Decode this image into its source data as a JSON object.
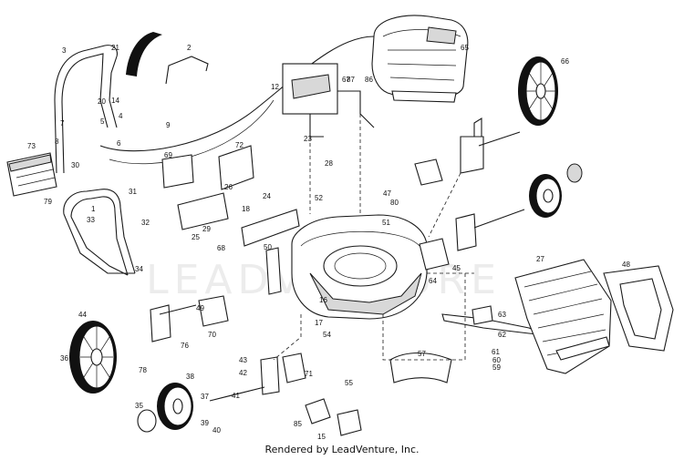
{
  "footer_text": "Rendered by LeadVenture, Inc.",
  "watermark": "LEADVENTURE",
  "callouts": [
    "1",
    "2",
    "3",
    "4",
    "5",
    "6",
    "7",
    "8",
    "9",
    "12",
    "14",
    "15",
    "16",
    "17",
    "18",
    "20",
    "21",
    "23",
    "24",
    "25",
    "26",
    "27",
    "28",
    "29",
    "30",
    "31",
    "32",
    "33",
    "34",
    "35",
    "36",
    "37",
    "38",
    "39",
    "40",
    "41",
    "42",
    "43",
    "44",
    "45",
    "47",
    "48",
    "49",
    "50",
    "51",
    "52",
    "54",
    "55",
    "57",
    "59",
    "60",
    "61",
    "62",
    "63",
    "64",
    "65",
    "66",
    "67",
    "68",
    "69",
    "70",
    "71",
    "72",
    "73",
    "76",
    "78",
    "79",
    "80",
    "85",
    "86",
    "87"
  ]
}
